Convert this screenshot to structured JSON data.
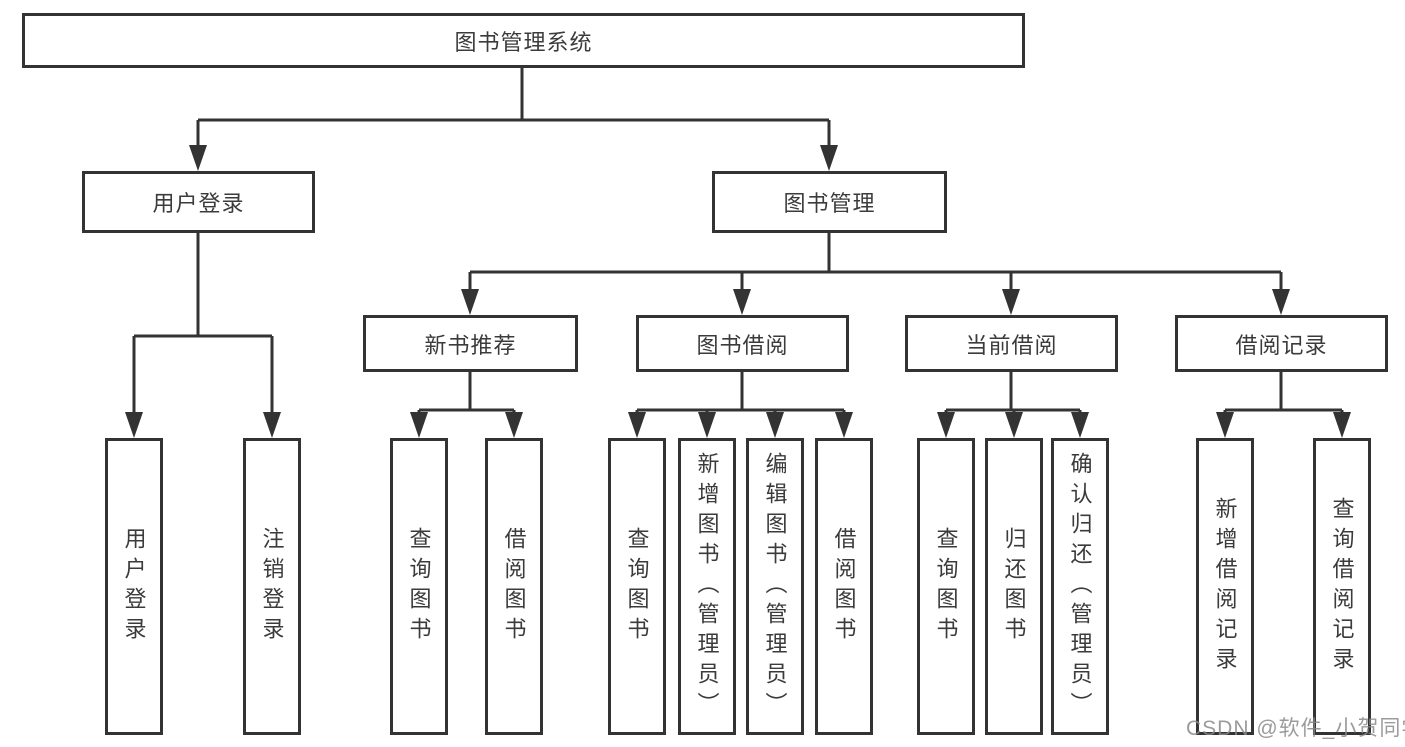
{
  "diagram": {
    "root": {
      "label": "图书管理系统"
    },
    "level1": [
      {
        "id": "user-login",
        "label": "用户登录"
      },
      {
        "id": "book-management",
        "label": "图书管理"
      }
    ],
    "level2": [
      {
        "id": "new-book-recommendation",
        "label": "新书推荐",
        "parent": "图书管理"
      },
      {
        "id": "book-borrowing",
        "label": "图书借阅",
        "parent": "图书管理"
      },
      {
        "id": "current-borrowing",
        "label": "当前借阅",
        "parent": "图书管理"
      },
      {
        "id": "borrowing-records",
        "label": "借阅记录",
        "parent": "图书管理"
      }
    ],
    "leaves": [
      {
        "id": "user-login-action",
        "label": "用户登录",
        "parent": "用户登录"
      },
      {
        "id": "logout-action",
        "label": "注销登录",
        "parent": "用户登录"
      },
      {
        "id": "query-books-recommend",
        "label": "查询图书",
        "parent": "新书推荐"
      },
      {
        "id": "borrow-books-recommend",
        "label": "借阅图书",
        "parent": "新书推荐"
      },
      {
        "id": "query-books-borrow",
        "label": "查询图书",
        "parent": "图书借阅"
      },
      {
        "id": "add-book-admin",
        "label": "新增图书（管理员）",
        "parent": "图书借阅"
      },
      {
        "id": "edit-book-admin",
        "label": "编辑图书（管理员）",
        "parent": "图书借阅"
      },
      {
        "id": "borrow-books",
        "label": "借阅图书",
        "parent": "图书借阅"
      },
      {
        "id": "query-books-current",
        "label": "查询图书",
        "parent": "当前借阅"
      },
      {
        "id": "return-books",
        "label": "归还图书",
        "parent": "当前借阅"
      },
      {
        "id": "confirm-return-admin",
        "label": "确认归还（管理员）",
        "parent": "当前借阅"
      },
      {
        "id": "add-borrow-record",
        "label": "新增借阅记录",
        "parent": "借阅记录"
      },
      {
        "id": "query-borrow-record",
        "label": "查询借阅记录",
        "parent": "借阅记录"
      }
    ]
  },
  "watermark": "CSDN @软件_小贺同学",
  "colors": {
    "line": "#333333",
    "box_border": "#333333",
    "box_fill": "#ffffff",
    "text": "#3b3b3b",
    "background": "#ffffff",
    "watermark": "#8a8a8a"
  }
}
